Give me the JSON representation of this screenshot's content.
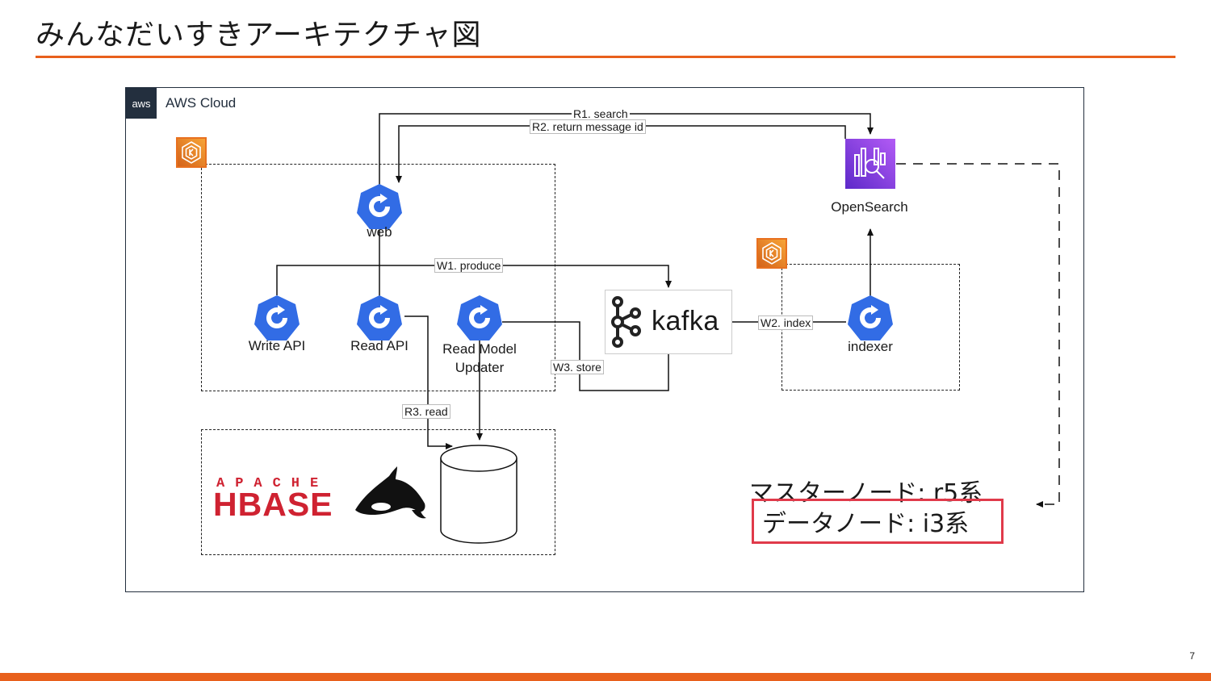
{
  "slide": {
    "title": "みんなだいすきアーキテクチャ図",
    "page_number": "7",
    "accent_color": "#e8601c"
  },
  "aws": {
    "badge": "aws",
    "label": "AWS Cloud"
  },
  "nodes": {
    "web": "web",
    "write_api": "Write API",
    "read_api": "Read API",
    "read_model_updater_line1": "Read Model",
    "read_model_updater_line2": "Updater",
    "indexer": "indexer",
    "opensearch": "OpenSearch",
    "kafka": "kafka",
    "hbase_top": "APACHE",
    "hbase_main": "HBASE"
  },
  "edges": {
    "r1": "R1. search",
    "r2": "R2. return message id",
    "w1": "W1. produce",
    "w2": "W2. index",
    "w3": "W3. store",
    "r3": "R3. read"
  },
  "notes": {
    "master": "マスターノード: r5系",
    "data": "データノード: i3系",
    "highlight_color": "#e03a4a"
  },
  "colors": {
    "k8s_blue": "#326ce5",
    "eks_orange": "#e8701f",
    "opensearch_purple": "#7b3de0",
    "hbase_red": "#cf2231"
  }
}
